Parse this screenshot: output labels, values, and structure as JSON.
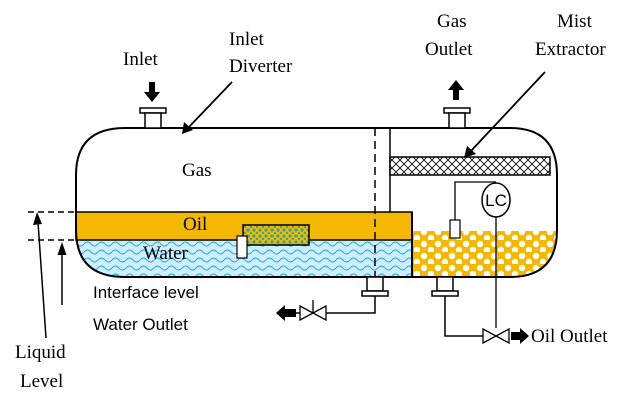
{
  "labels": {
    "inlet": "Inlet",
    "inlet_diverter_l1": "Inlet",
    "inlet_diverter_l2": "Diverter",
    "gas_outlet_l1": "Gas",
    "gas_outlet_l2": "Outlet",
    "mist_extractor_l1": "Mist",
    "mist_extractor_l2": "Extractor",
    "gas": "Gas",
    "oil": "Oil",
    "water": "Water",
    "lc": "LC",
    "interface_level": "Interface level",
    "water_outlet": "Water Outlet",
    "liquid_level_l1": "Liquid",
    "liquid_level_l2": "Level",
    "oil_outlet": "Oil Outlet"
  },
  "colors": {
    "oil": "#F5B800",
    "water": "#CFEFFF",
    "wave": "#3FB6E8",
    "outline": "#000000",
    "oil_chamber_bubble": "#FFFFFF",
    "diverter_box": "#F5B800",
    "diverter_dots": "#2AA7A0"
  }
}
